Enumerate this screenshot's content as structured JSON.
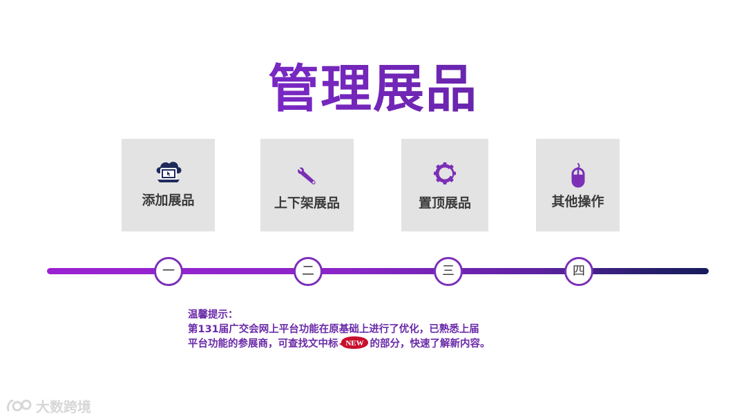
{
  "title": "管理展品",
  "cards": [
    {
      "label": "添加展品",
      "icon": "cloud-laptop-icon"
    },
    {
      "label": "上下架展品",
      "icon": "wrench-icon"
    },
    {
      "label": "置顶展品",
      "icon": "gear-icon"
    },
    {
      "label": "其他操作",
      "icon": "mouse-icon"
    }
  ],
  "steps": [
    "一",
    "二",
    "三",
    "四"
  ],
  "tip": {
    "heading": "温馨提示：",
    "line1": "第131届广交会网上平台功能在原基础上进行了优化，已熟悉上届",
    "line2_before": "平台功能的参展商，可查找文中标",
    "badge": "NEW",
    "line2_after": "的部分，快速了解新内容。"
  },
  "watermark": "大数跨境",
  "colors": {
    "accent": "#7b2fb8",
    "timeline_start": "#9a22d2",
    "timeline_end": "#161c5c",
    "card_bg": "#e3e3e3",
    "badge_red": "#c8102e"
  }
}
